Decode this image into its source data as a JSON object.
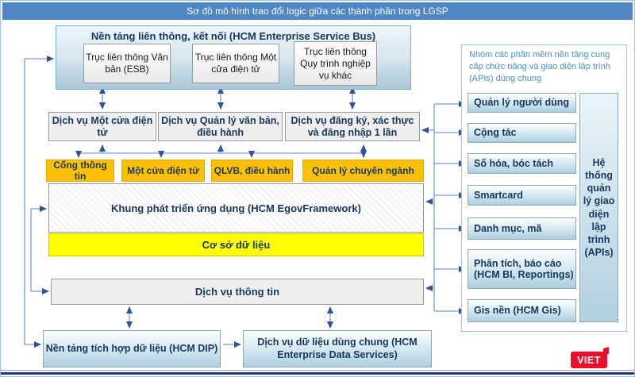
{
  "banner": {
    "title": "Sơ đồ mô hình trao đổi logic giữa các thành phần trong LGSP"
  },
  "esb": {
    "title": "Nền tảng liên thông, kết nối (HCM Enterprise Service Bus)",
    "buses": [
      "Trục liên thông Văn bản (ESB)",
      "Trục liên thông Một cửa điện tử",
      "Trục liên thông Quy trình nghiệp vụ khác"
    ]
  },
  "services": [
    "Dịch vụ Một cửa điện tử",
    "Dịch vụ Quản lý văn bản, điều hành",
    "Dịch vụ đăng ký, xác thực và đăng nhập 1 lần"
  ],
  "apps": [
    "Cổng thông tin",
    "Một cửa điện tử",
    "QLVB, điều hành",
    "Quản lý chuyên ngành"
  ],
  "framework": {
    "label": "Khung phát triển ứng dụng (HCM EgovFramework)"
  },
  "database": {
    "label": "Cơ sở dữ liệu"
  },
  "info_service": {
    "label": "Dịch vụ thông tin"
  },
  "data_platforms": [
    "Nền tảng tích hợp dữ liệu (HCM DIP)",
    "Dịch vụ dữ liệu dùng chung (HCM Enterprise Data Services)"
  ],
  "api_panel": {
    "caption": "Nhóm các phần mềm nền tảng cung cấp chức năng và giao diện lập trình (APIs) dùng chung",
    "modules": [
      "Quản lý người dùng",
      "Cộng tác",
      "Số hóa, bóc tách",
      "Smartcard",
      "Danh mục, mã",
      "Phân tích, báo cáo (HCM BI, Reportings)",
      "Gis nền (HCM Gis)"
    ],
    "side_label": "Hệ thống quản lý giao diện lập trình (APIs)"
  },
  "logo": {
    "text": "VIET"
  },
  "colors": {
    "banner_blue": "#4f86c6",
    "accent_orange": "#FFC000",
    "accent_yellow": "#FFFF00",
    "text_navy": "#17375E",
    "line_blue": "#7c9cd3",
    "logo_red": "#E8112D"
  }
}
